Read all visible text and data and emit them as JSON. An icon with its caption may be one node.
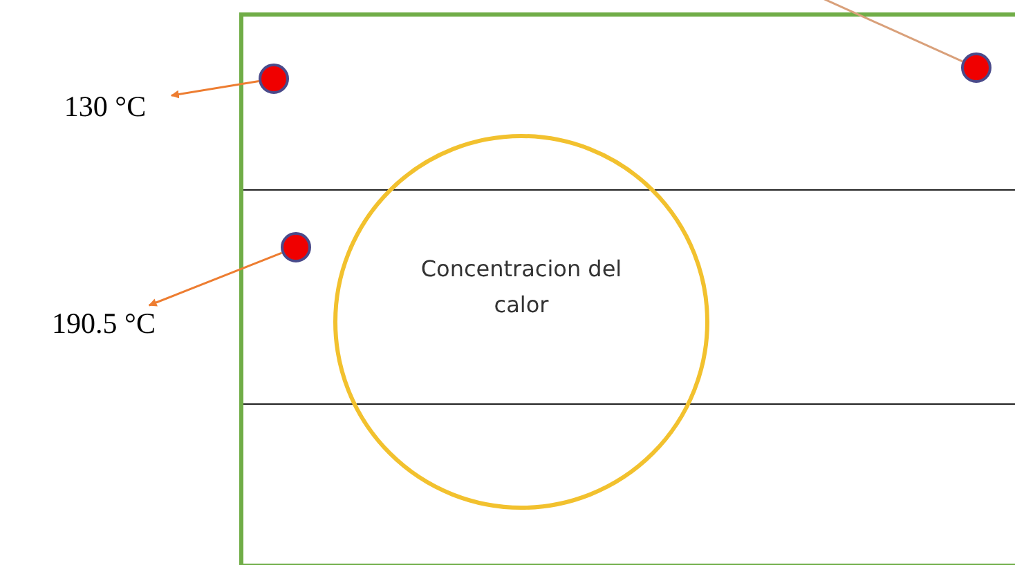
{
  "diagram": {
    "nodes": [
      {
        "text": [],
        "shape": "box"
      },
      {
        "text": [
          "130 °C"
        ]
      },
      {
        "text": [],
        "shape": "circle",
        "in": 0
      },
      {
        "text": [],
        "shape": "circle",
        "in": 0
      },
      {
        "text": [
          "Concentracion del calor"
        ],
        "in": 0
      },
      {
        "text": [],
        "shape": "circle",
        "in": 0
      },
      {
        "text": [
          "190.5 °C"
        ]
      }
    ],
    "edges": [
      {
        "from": 2,
        "to": 1,
        "arrow": "to"
      },
      {
        "from": 5,
        "to": 6,
        "arrow": "to"
      },
      {
        "from": null,
        "to": 3,
        "arrow": "none",
        "color": "#d9a07a"
      }
    ]
  }
}
